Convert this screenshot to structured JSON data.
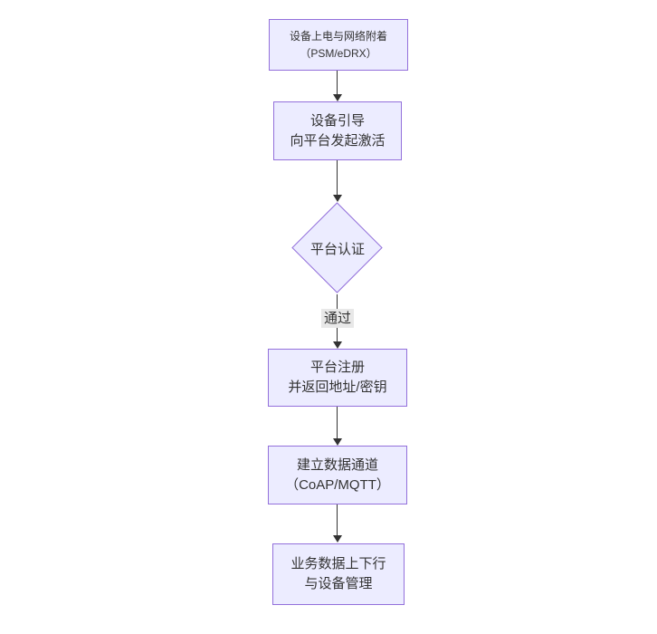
{
  "diagram": {
    "type": "flowchart",
    "direction": "top-down",
    "nodes": [
      {
        "id": "power_on",
        "shape": "rect",
        "lines": [
          "设备上电与网络附着",
          "（PSM/eDRX）"
        ]
      },
      {
        "id": "bootstrap",
        "shape": "rect",
        "lines": [
          "设备引导",
          "向平台发起激活"
        ]
      },
      {
        "id": "platform_auth",
        "shape": "diamond",
        "lines": [
          "平台认证"
        ]
      },
      {
        "id": "platform_register",
        "shape": "rect",
        "lines": [
          "平台注册",
          "并返回地址/密钥"
        ]
      },
      {
        "id": "data_channel",
        "shape": "rect",
        "lines": [
          "建立数据通道",
          "（CoAP/MQTT）"
        ]
      },
      {
        "id": "business_data",
        "shape": "rect",
        "lines": [
          "业务数据上下行",
          "与设备管理"
        ]
      }
    ],
    "edges": [
      {
        "from": "power_on",
        "to": "bootstrap",
        "label": ""
      },
      {
        "from": "bootstrap",
        "to": "platform_auth",
        "label": ""
      },
      {
        "from": "platform_auth",
        "to": "platform_register",
        "label": "通过"
      },
      {
        "from": "platform_register",
        "to": "data_channel",
        "label": ""
      },
      {
        "from": "data_channel",
        "to": "business_data",
        "label": ""
      }
    ]
  },
  "colors": {
    "background": "#ffffff",
    "node_fill": "#ececff",
    "node_border": "#9370db",
    "edge": "#333333",
    "edge_label_bg": "#e8e8e8",
    "text": "#333333"
  }
}
